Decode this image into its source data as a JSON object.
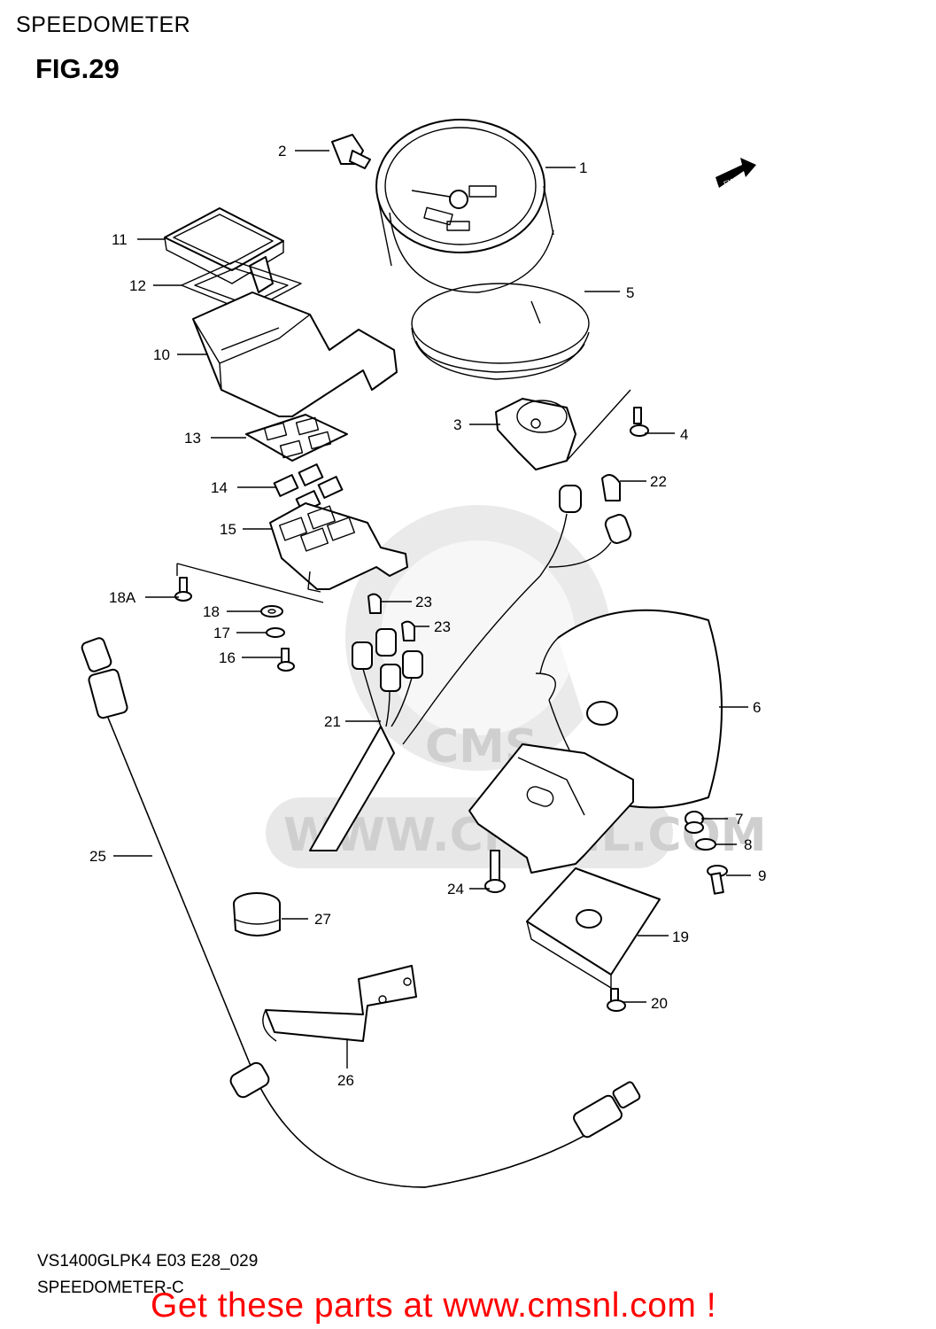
{
  "header": {
    "section_title": "SPEEDOMETER",
    "figure_label": "FIG.29"
  },
  "footer": {
    "model_code": "VS1400GLPK4 E03 E28_029",
    "sheet_name": "SPEEDOMETER-C",
    "promo_link": "Get these parts at www.cmsnl.com !"
  },
  "watermark": {
    "text": "WWW.CMSNL.COM",
    "logo": "CMS"
  },
  "fwd_arrow": "FWD",
  "callouts": {
    "c1": "1",
    "c2": "2",
    "c3": "3",
    "c4": "4",
    "c5": "5",
    "c6": "6",
    "c7": "7",
    "c8": "8",
    "c9": "9",
    "c10": "10",
    "c11": "11",
    "c12": "12",
    "c13": "13",
    "c14": "14",
    "c15": "15",
    "c16": "16",
    "c17": "17",
    "c18": "18",
    "c18a": "18A",
    "c19": "19",
    "c20": "20",
    "c21": "21",
    "c22": "22",
    "c23a": "23",
    "c23b": "23",
    "c24": "24",
    "c25": "25",
    "c26": "26",
    "c27": "27"
  }
}
